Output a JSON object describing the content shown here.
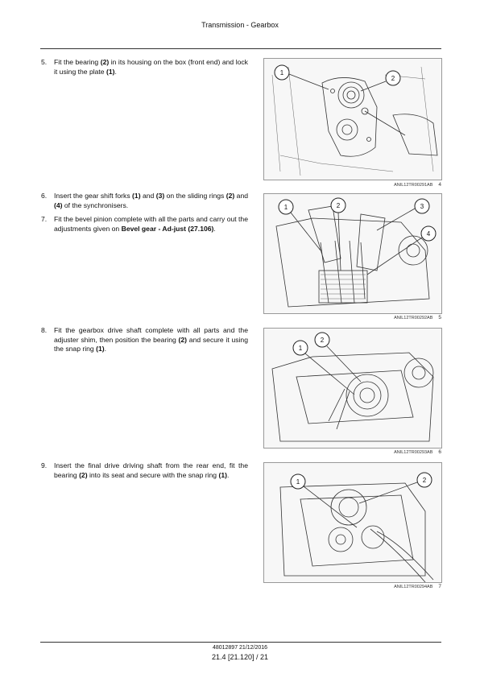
{
  "header": {
    "title": "Transmission - Gearbox"
  },
  "steps": [
    {
      "num": "5.",
      "parts": [
        "Fit the bearing ",
        "(2)",
        " in its housing on the box (front end) and lock it using the plate ",
        "(1)",
        "."
      ]
    },
    {
      "num": "6.",
      "parts": [
        "Insert the gear shift forks ",
        "(1)",
        " and ",
        "(3)",
        " on the sliding rings ",
        "(2)",
        " and ",
        "(4)",
        " of the synchronisers."
      ]
    },
    {
      "num": "7.",
      "parts": [
        "Fit the bevel pinion complete with all the parts and carry out the adjustments given on ",
        "Bevel gear - Ad-just (27.106)",
        "."
      ]
    },
    {
      "num": "8.",
      "parts": [
        "Fit the gearbox drive shaft complete with all parts and the adjuster shim, then position the bearing ",
        "(2)",
        " and secure it using the snap ring ",
        "(1)",
        "."
      ]
    },
    {
      "num": "9.",
      "parts": [
        "Insert the final drive driving shaft from the rear end, fit the bearing ",
        "(2)",
        " into its seat and secure with the snap ring ",
        "(1)",
        "."
      ]
    }
  ],
  "figures": [
    {
      "code": "ANIL12TR00291AB",
      "number": "4",
      "callouts": [
        "1",
        "2"
      ]
    },
    {
      "code": "ANIL12TR00292AB",
      "number": "5",
      "callouts": [
        "1",
        "2",
        "3",
        "4"
      ]
    },
    {
      "code": "ANIL12TR00293AB",
      "number": "6",
      "callouts": [
        "1",
        "2"
      ]
    },
    {
      "code": "ANIL12TR00294AB",
      "number": "7",
      "callouts": [
        "1",
        "2"
      ]
    }
  ],
  "footer": {
    "doc": "48012897 21/12/2016",
    "page": "21.4 [21.120] / 21"
  }
}
